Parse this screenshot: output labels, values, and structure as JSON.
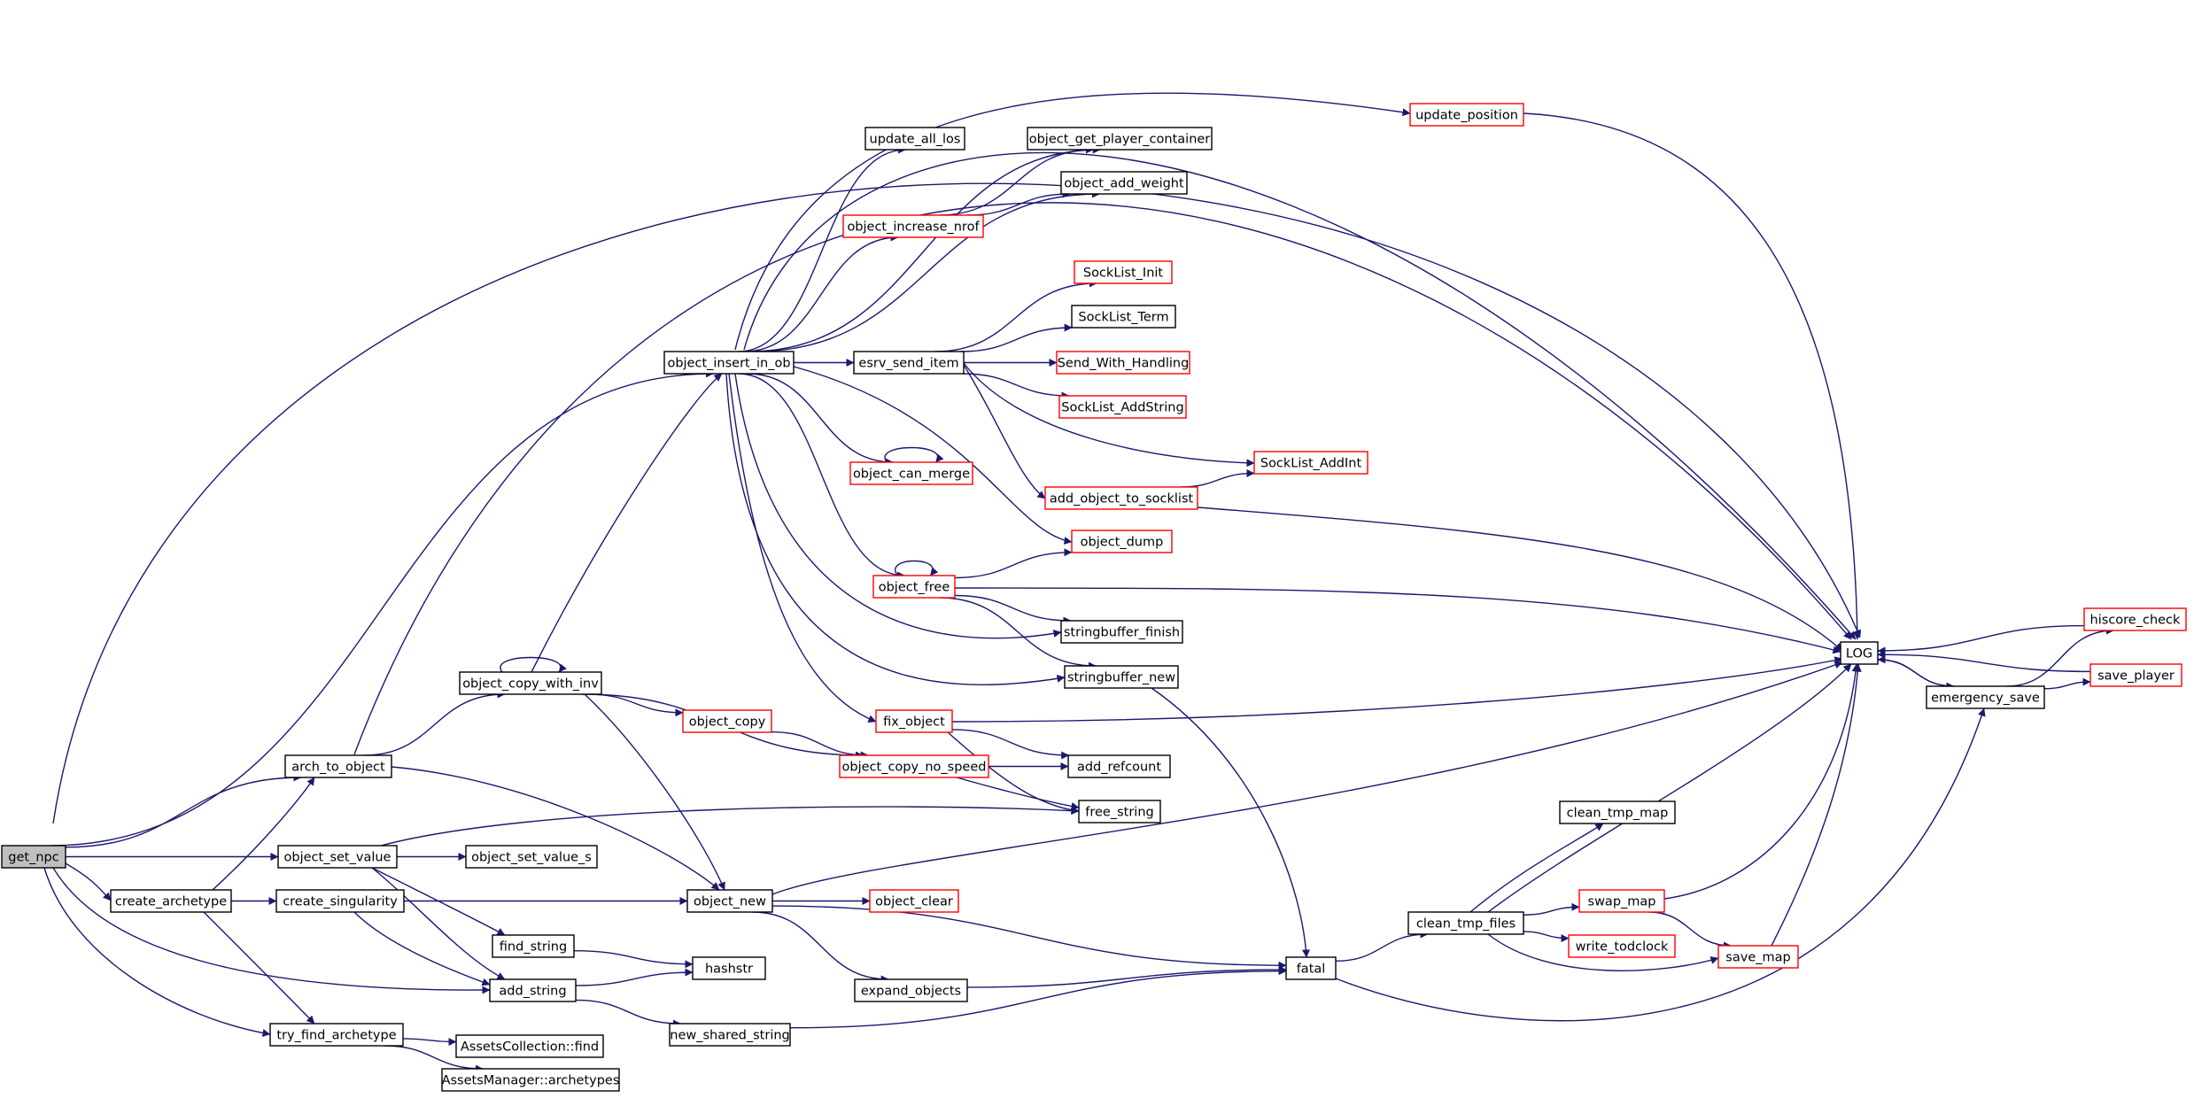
{
  "graph": {
    "nodes": [
      {
        "id": "get_npc",
        "label": "get_npc",
        "style": "root"
      },
      {
        "id": "LOG",
        "label": "LOG",
        "style": "normal"
      },
      {
        "id": "object_insert_in_ob",
        "label": "object_insert_in_ob",
        "style": "normal"
      },
      {
        "id": "update_position",
        "label": "update_position",
        "style": "red"
      },
      {
        "id": "update_all_los",
        "label": "update_all_los",
        "style": "normal"
      },
      {
        "id": "object_get_player_container",
        "label": "object_get_player_container",
        "style": "normal"
      },
      {
        "id": "object_add_weight",
        "label": "object_add_weight",
        "style": "normal"
      },
      {
        "id": "object_increase_nrof",
        "label": "object_increase_nrof",
        "style": "red"
      },
      {
        "id": "SockList_Init",
        "label": "SockList_Init",
        "style": "red"
      },
      {
        "id": "SockList_Term",
        "label": "SockList_Term",
        "style": "normal"
      },
      {
        "id": "esrv_send_item",
        "label": "esrv_send_item",
        "style": "normal"
      },
      {
        "id": "Send_With_Handling",
        "label": "Send_With_Handling",
        "style": "red"
      },
      {
        "id": "SockList_AddString",
        "label": "SockList_AddString",
        "style": "red"
      },
      {
        "id": "SockList_AddInt",
        "label": "SockList_AddInt",
        "style": "red"
      },
      {
        "id": "object_can_merge",
        "label": "object_can_merge",
        "style": "red"
      },
      {
        "id": "add_object_to_socklist",
        "label": "add_object_to_socklist",
        "style": "red"
      },
      {
        "id": "object_dump",
        "label": "object_dump",
        "style": "red"
      },
      {
        "id": "object_free",
        "label": "object_free",
        "style": "red"
      },
      {
        "id": "stringbuffer_finish",
        "label": "stringbuffer_finish",
        "style": "normal"
      },
      {
        "id": "stringbuffer_new",
        "label": "stringbuffer_new",
        "style": "normal"
      },
      {
        "id": "object_copy_with_inv",
        "label": "object_copy_with_inv",
        "style": "normal"
      },
      {
        "id": "object_copy",
        "label": "object_copy",
        "style": "red"
      },
      {
        "id": "fix_object",
        "label": "fix_object",
        "style": "red"
      },
      {
        "id": "arch_to_object",
        "label": "arch_to_object",
        "style": "normal"
      },
      {
        "id": "object_copy_no_speed",
        "label": "object_copy_no_speed",
        "style": "red"
      },
      {
        "id": "add_refcount",
        "label": "add_refcount",
        "style": "normal"
      },
      {
        "id": "free_string",
        "label": "free_string",
        "style": "normal"
      },
      {
        "id": "object_set_value",
        "label": "object_set_value",
        "style": "normal"
      },
      {
        "id": "object_set_value_s",
        "label": "object_set_value_s",
        "style": "normal"
      },
      {
        "id": "create_archetype",
        "label": "create_archetype",
        "style": "normal"
      },
      {
        "id": "create_singularity",
        "label": "create_singularity",
        "style": "normal"
      },
      {
        "id": "object_new",
        "label": "object_new",
        "style": "normal"
      },
      {
        "id": "object_clear",
        "label": "object_clear",
        "style": "red"
      },
      {
        "id": "find_string",
        "label": "find_string",
        "style": "normal"
      },
      {
        "id": "hashstr",
        "label": "hashstr",
        "style": "normal"
      },
      {
        "id": "add_string",
        "label": "add_string",
        "style": "normal"
      },
      {
        "id": "expand_objects",
        "label": "expand_objects",
        "style": "normal"
      },
      {
        "id": "fatal",
        "label": "fatal",
        "style": "normal"
      },
      {
        "id": "try_find_archetype",
        "label": "try_find_archetype",
        "style": "normal"
      },
      {
        "id": "AssetsCollection_find",
        "label": "AssetsCollection::find",
        "style": "normal"
      },
      {
        "id": "new_shared_string",
        "label": "new_shared_string",
        "style": "normal"
      },
      {
        "id": "AssetsManager_archetypes",
        "label": "AssetsManager::archetypes",
        "style": "normal"
      },
      {
        "id": "clean_tmp_map",
        "label": "clean_tmp_map",
        "style": "normal"
      },
      {
        "id": "clean_tmp_files",
        "label": "clean_tmp_files",
        "style": "normal"
      },
      {
        "id": "swap_map",
        "label": "swap_map",
        "style": "red"
      },
      {
        "id": "write_todclock",
        "label": "write_todclock",
        "style": "red"
      },
      {
        "id": "save_map",
        "label": "save_map",
        "style": "red"
      },
      {
        "id": "emergency_save",
        "label": "emergency_save",
        "style": "normal"
      },
      {
        "id": "hiscore_check",
        "label": "hiscore_check",
        "style": "red"
      },
      {
        "id": "save_player",
        "label": "save_player",
        "style": "red"
      }
    ],
    "edges": [
      [
        "get_npc",
        "LOG"
      ],
      [
        "get_npc",
        "object_insert_in_ob"
      ],
      [
        "get_npc",
        "arch_to_object"
      ],
      [
        "get_npc",
        "object_set_value"
      ],
      [
        "get_npc",
        "create_archetype"
      ],
      [
        "get_npc",
        "add_string"
      ],
      [
        "get_npc",
        "try_find_archetype"
      ],
      [
        "object_insert_in_ob",
        "LOG"
      ],
      [
        "object_insert_in_ob",
        "update_position"
      ],
      [
        "object_insert_in_ob",
        "update_all_los"
      ],
      [
        "object_insert_in_ob",
        "object_get_player_container"
      ],
      [
        "object_insert_in_ob",
        "object_add_weight"
      ],
      [
        "object_insert_in_ob",
        "object_increase_nrof"
      ],
      [
        "object_insert_in_ob",
        "esrv_send_item"
      ],
      [
        "object_insert_in_ob",
        "object_can_merge"
      ],
      [
        "object_insert_in_ob",
        "object_dump"
      ],
      [
        "object_insert_in_ob",
        "object_free"
      ],
      [
        "object_insert_in_ob",
        "stringbuffer_finish"
      ],
      [
        "object_insert_in_ob",
        "stringbuffer_new"
      ],
      [
        "object_insert_in_ob",
        "fix_object"
      ],
      [
        "update_position",
        "LOG"
      ],
      [
        "object_increase_nrof",
        "object_get_player_container"
      ],
      [
        "object_increase_nrof",
        "object_add_weight"
      ],
      [
        "esrv_send_item",
        "SockList_Init"
      ],
      [
        "esrv_send_item",
        "SockList_Term"
      ],
      [
        "esrv_send_item",
        "Send_With_Handling"
      ],
      [
        "esrv_send_item",
        "SockList_AddString"
      ],
      [
        "esrv_send_item",
        "SockList_AddInt"
      ],
      [
        "esrv_send_item",
        "add_object_to_socklist"
      ],
      [
        "add_object_to_socklist",
        "SockList_AddInt"
      ],
      [
        "add_object_to_socklist",
        "LOG"
      ],
      [
        "object_can_merge",
        "object_can_merge"
      ],
      [
        "object_free",
        "object_free"
      ],
      [
        "object_free",
        "object_dump"
      ],
      [
        "object_free",
        "LOG"
      ],
      [
        "object_free",
        "stringbuffer_finish"
      ],
      [
        "object_free",
        "stringbuffer_new"
      ],
      [
        "stringbuffer_new",
        "fatal"
      ],
      [
        "fix_object",
        "LOG"
      ],
      [
        "fix_object",
        "add_refcount"
      ],
      [
        "fix_object",
        "free_string"
      ],
      [
        "arch_to_object",
        "LOG"
      ],
      [
        "arch_to_object",
        "object_copy_with_inv"
      ],
      [
        "arch_to_object",
        "object_new"
      ],
      [
        "object_copy_with_inv",
        "object_copy_with_inv"
      ],
      [
        "object_copy_with_inv",
        "object_insert_in_ob"
      ],
      [
        "object_copy_with_inv",
        "object_copy"
      ],
      [
        "object_copy_with_inv",
        "object_copy_no_speed"
      ],
      [
        "object_copy_with_inv",
        "object_new"
      ],
      [
        "object_copy",
        "object_copy_no_speed"
      ],
      [
        "object_copy_no_speed",
        "add_refcount"
      ],
      [
        "object_copy_no_speed",
        "free_string"
      ],
      [
        "object_set_value",
        "free_string"
      ],
      [
        "object_set_value",
        "object_set_value_s"
      ],
      [
        "object_set_value",
        "find_string"
      ],
      [
        "object_set_value",
        "add_string"
      ],
      [
        "create_archetype",
        "arch_to_object"
      ],
      [
        "create_archetype",
        "create_singularity"
      ],
      [
        "create_archetype",
        "try_find_archetype"
      ],
      [
        "create_singularity",
        "object_new"
      ],
      [
        "create_singularity",
        "add_string"
      ],
      [
        "object_new",
        "LOG"
      ],
      [
        "object_new",
        "object_clear"
      ],
      [
        "object_new",
        "fatal"
      ],
      [
        "object_new",
        "expand_objects"
      ],
      [
        "find_string",
        "hashstr"
      ],
      [
        "add_string",
        "hashstr"
      ],
      [
        "add_string",
        "new_shared_string"
      ],
      [
        "expand_objects",
        "fatal"
      ],
      [
        "new_shared_string",
        "fatal"
      ],
      [
        "fatal",
        "clean_tmp_files"
      ],
      [
        "fatal",
        "emergency_save"
      ],
      [
        "try_find_archetype",
        "AssetsCollection_find"
      ],
      [
        "try_find_archetype",
        "AssetsManager_archetypes"
      ],
      [
        "clean_tmp_files",
        "clean_tmp_map"
      ],
      [
        "clean_tmp_files",
        "LOG"
      ],
      [
        "clean_tmp_files",
        "swap_map"
      ],
      [
        "clean_tmp_files",
        "write_todclock"
      ],
      [
        "clean_tmp_files",
        "save_map"
      ],
      [
        "swap_map",
        "LOG"
      ],
      [
        "swap_map",
        "save_map"
      ],
      [
        "save_map",
        "LOG"
      ],
      [
        "LOG",
        "emergency_save"
      ],
      [
        "emergency_save",
        "LOG"
      ],
      [
        "emergency_save",
        "hiscore_check"
      ],
      [
        "emergency_save",
        "save_player"
      ],
      [
        "hiscore_check",
        "LOG"
      ],
      [
        "save_player",
        "LOG"
      ]
    ]
  },
  "colors": {
    "edge": "#191970",
    "node_border": "#000000",
    "node_border_highlight": "#ff0000",
    "root_fill": "#bfbfbf"
  }
}
